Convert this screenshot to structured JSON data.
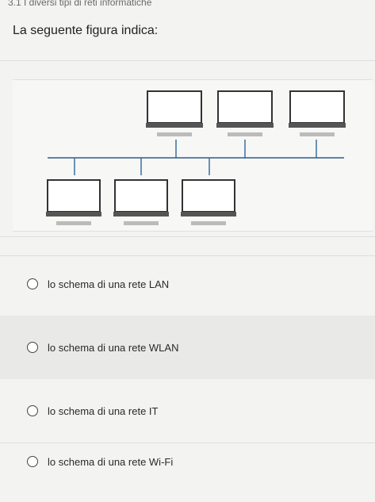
{
  "header": {
    "breadcrumb": "3.1 I diversi tipi di reti informatiche"
  },
  "question": {
    "text": "La seguente figura indica:"
  },
  "figure": {
    "top_row_computers": 3,
    "bottom_row_computers": 3
  },
  "options": [
    {
      "label": "lo schema di una rete LAN",
      "selected": false
    },
    {
      "label": "lo schema di una rete WLAN",
      "selected": false
    },
    {
      "label": "lo schema di una rete IT",
      "selected": false
    },
    {
      "label": "lo schema di una rete Wi-Fi",
      "selected": false
    }
  ]
}
